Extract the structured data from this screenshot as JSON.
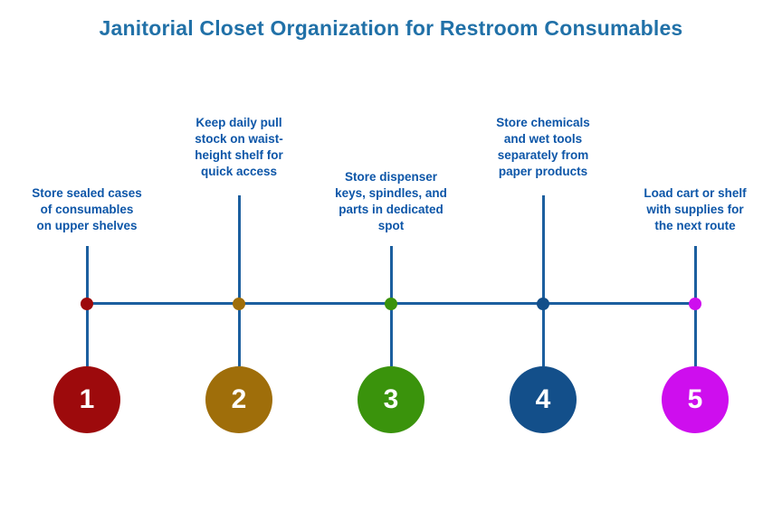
{
  "title": "Janitorial Closet Organization for Restroom Consumables",
  "colors": {
    "title_text": "#2171a8",
    "step_text": "#0d56a8",
    "connector_line": "#1c5f9f",
    "number_text": "#ffffff"
  },
  "steps": [
    {
      "number": "1",
      "label": "Store sealed cases\nof consumables\non upper shelves",
      "color": "#9d0a0c"
    },
    {
      "number": "2",
      "label": "Keep daily pull\nstock on waist-\nheight shelf for\nquick access",
      "color": "#9f6e0a"
    },
    {
      "number": "3",
      "label": "Store dispenser\nkeys, spindles, and\nparts in dedicated\nspot",
      "color": "#3a930c"
    },
    {
      "number": "4",
      "label": "Store chemicals\nand wet tools\nseparately from\npaper products",
      "color": "#134f8a"
    },
    {
      "number": "5",
      "label": "Load cart or shelf\nwith supplies for\nthe next route",
      "color": "#ce0eee"
    }
  ]
}
